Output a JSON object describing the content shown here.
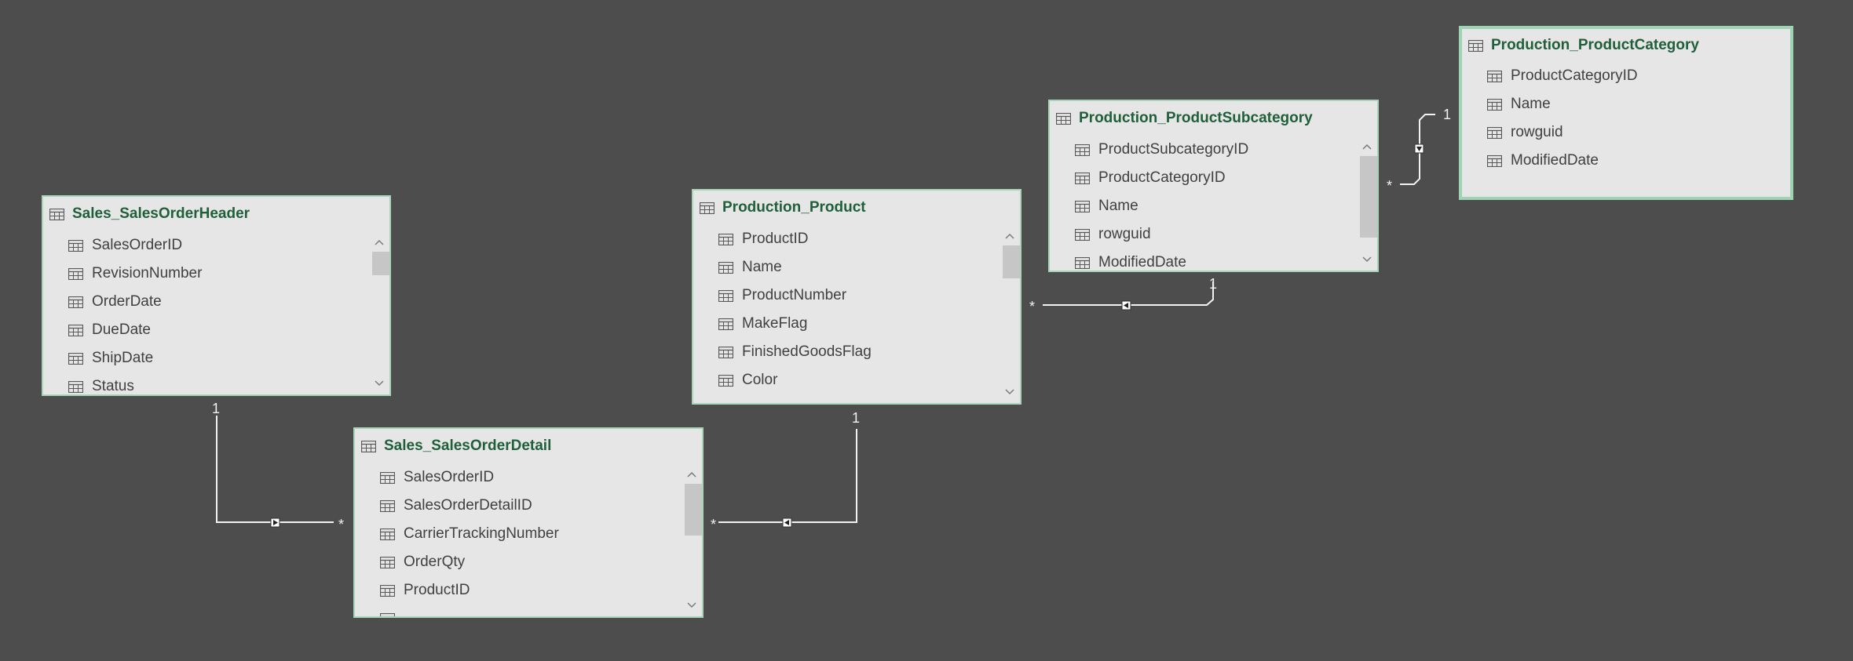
{
  "tables": {
    "sales_order_header": {
      "title": "Sales_SalesOrderHeader",
      "columns": [
        "SalesOrderID",
        "RevisionNumber",
        "OrderDate",
        "DueDate",
        "ShipDate",
        "Status"
      ]
    },
    "sales_order_detail": {
      "title": "Sales_SalesOrderDetail",
      "columns": [
        "SalesOrderID",
        "SalesOrderDetailID",
        "CarrierTrackingNumber",
        "OrderQty",
        "ProductID"
      ]
    },
    "production_product": {
      "title": "Production_Product",
      "columns": [
        "ProductID",
        "Name",
        "ProductNumber",
        "MakeFlag",
        "FinishedGoodsFlag",
        "Color"
      ]
    },
    "production_product_subcategory": {
      "title": "Production_ProductSubcategory",
      "columns": [
        "ProductSubcategoryID",
        "ProductCategoryID",
        "Name",
        "rowguid",
        "ModifiedDate"
      ]
    },
    "production_product_category": {
      "title": "Production_ProductCategory",
      "columns": [
        "ProductCategoryID",
        "Name",
        "rowguid",
        "ModifiedDate"
      ]
    }
  },
  "relationships": {
    "header_to_detail": {
      "one": "1",
      "many": "*"
    },
    "product_to_detail": {
      "one": "1",
      "many": "*"
    },
    "subcategory_to_product": {
      "one": "1",
      "many": "*"
    },
    "category_to_subcategory": {
      "one": "1",
      "many": "*"
    }
  },
  "colors": {
    "canvas": "#4d4d4d",
    "table_bg": "#e6e6e6",
    "table_border": "#a8d5ba",
    "title_text": "#1f5f3a",
    "column_text": "#404040",
    "connector": "#f2f2f2"
  },
  "icons": {
    "table": "table-grid-icon",
    "column": "column-grid-icon",
    "scroll_up": "chevron-up-icon",
    "scroll_down": "chevron-down-icon",
    "filter_direction": "filter-arrow-icon"
  }
}
